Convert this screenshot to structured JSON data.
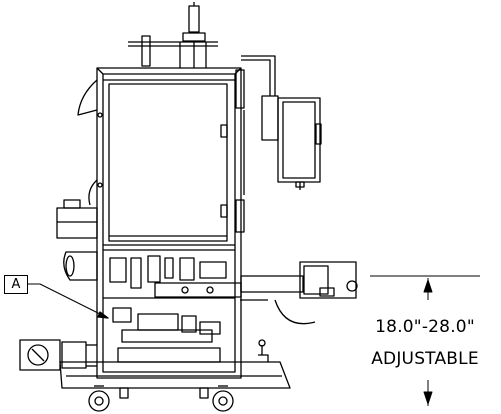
{
  "callout": {
    "label": "A"
  },
  "dimension": {
    "range": "18.0\"-28.0\"",
    "note": "ADJUSTABLE"
  }
}
